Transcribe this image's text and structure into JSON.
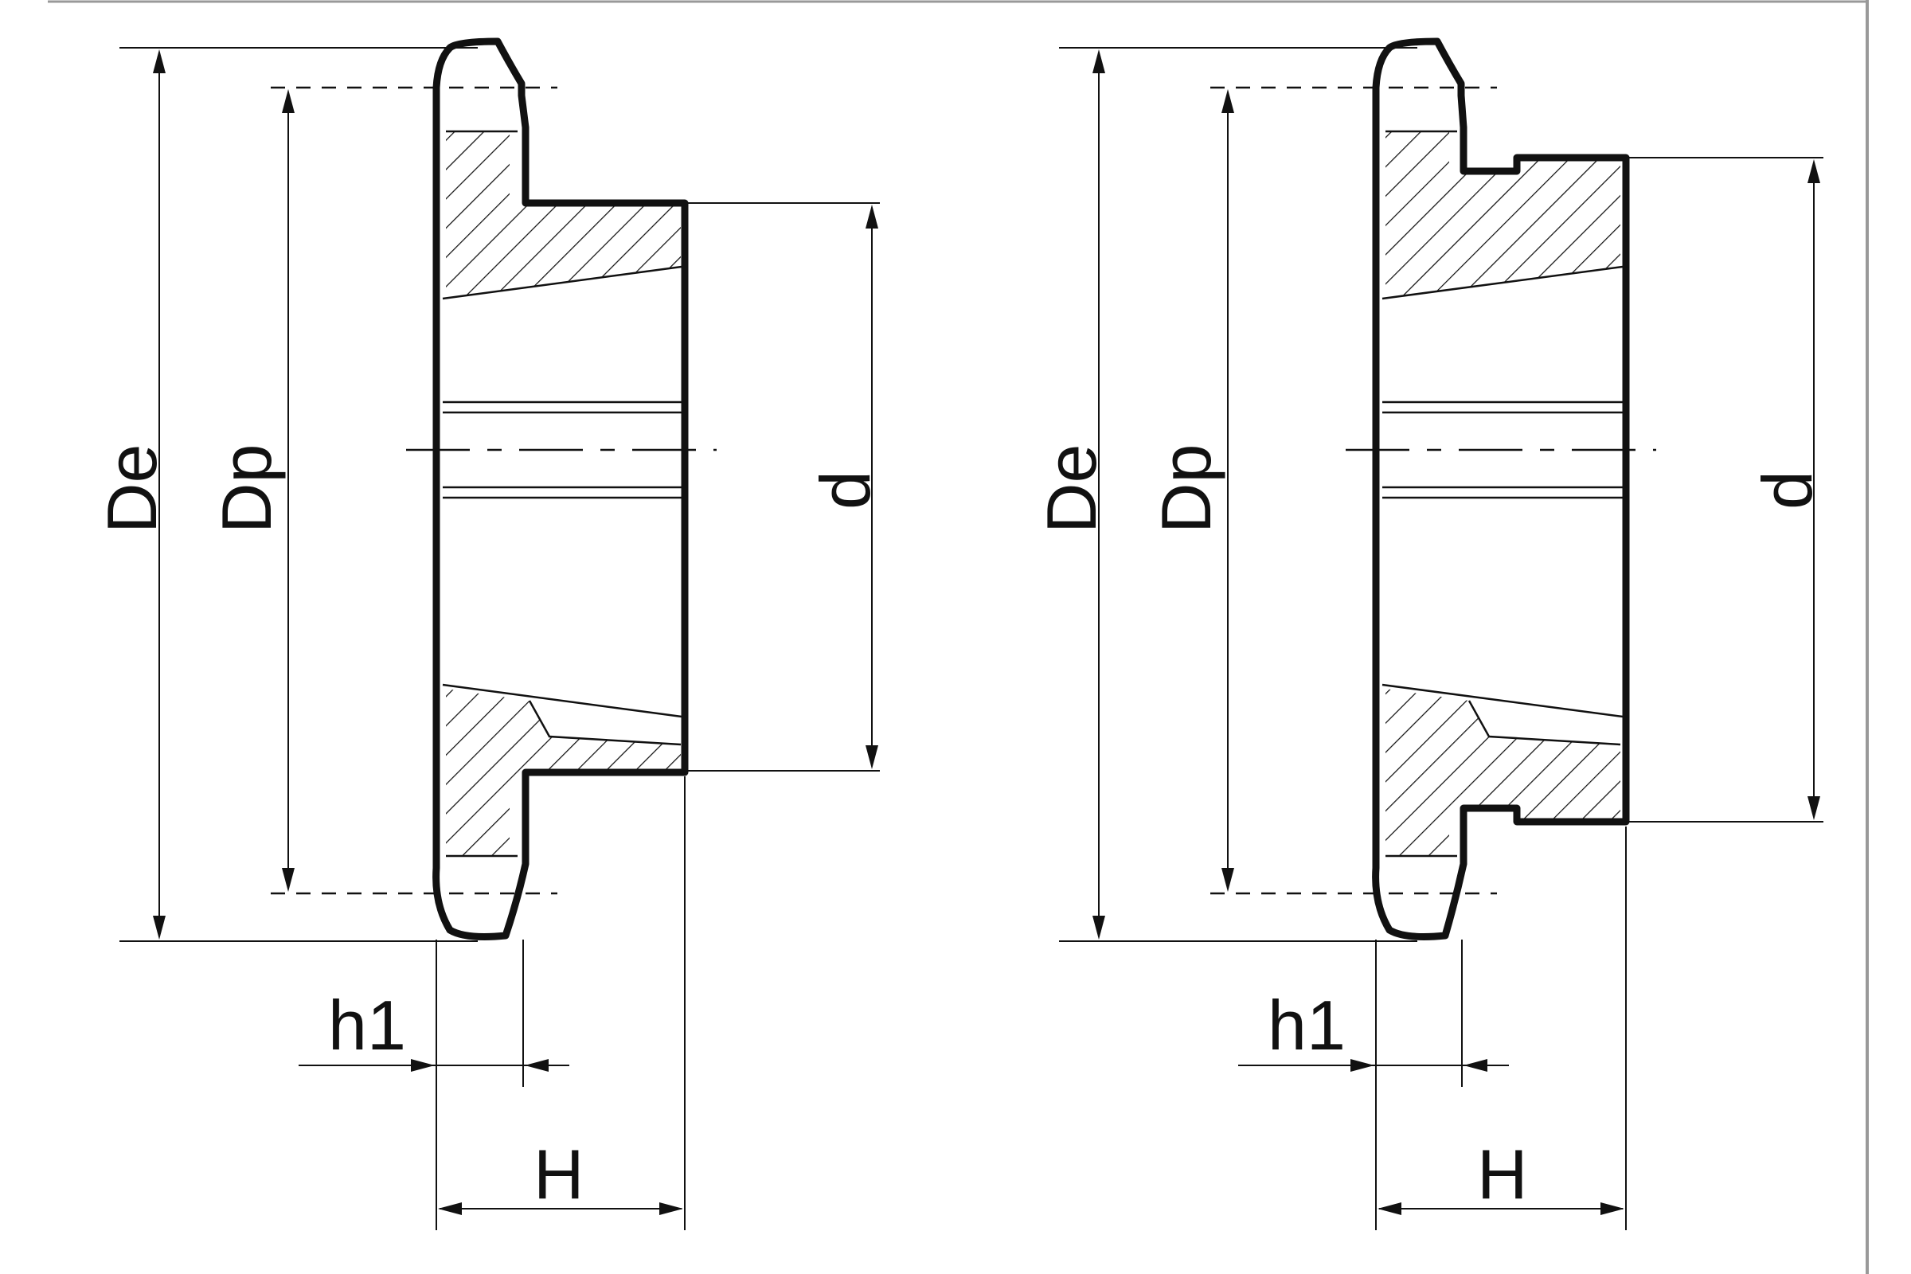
{
  "figures": [
    {
      "id": "left",
      "labels": {
        "outer_diameter": "De",
        "pitch_diameter": "Dp",
        "hub_diameter": "d",
        "tooth_offset": "h1",
        "total_width": "H"
      }
    },
    {
      "id": "right",
      "labels": {
        "outer_diameter": "De",
        "pitch_diameter": "Dp",
        "hub_diameter": "d",
        "tooth_offset": "h1",
        "total_width": "H"
      }
    }
  ],
  "colors": {
    "line": "#111111",
    "background": "#ffffff",
    "frame": "#999999"
  }
}
